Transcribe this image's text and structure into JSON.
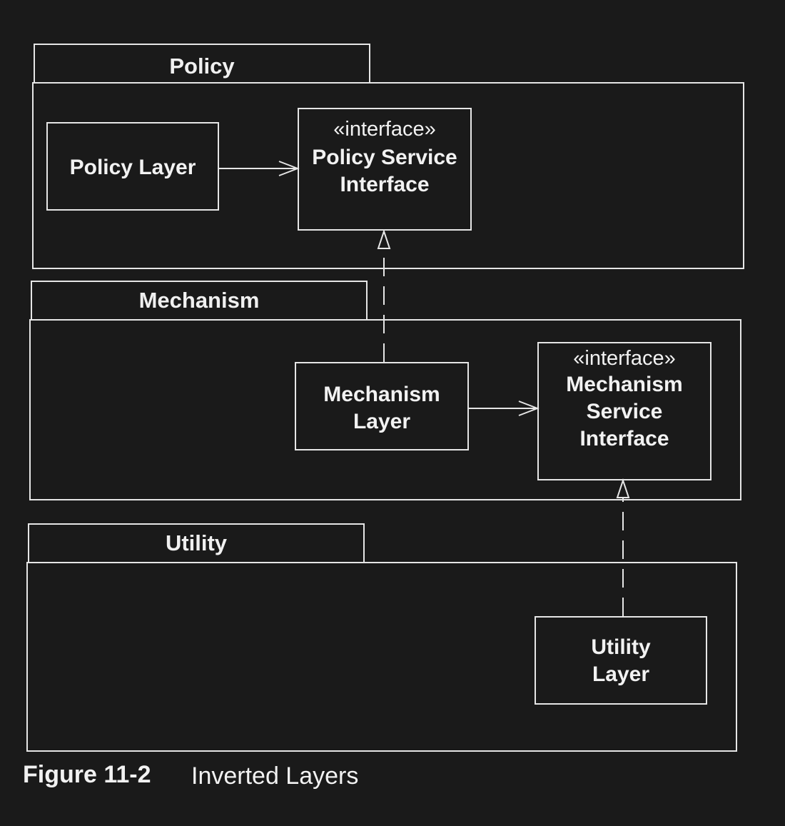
{
  "packages": {
    "policy": {
      "label": "Policy"
    },
    "mechanism": {
      "label": "Mechanism"
    },
    "utility": {
      "label": "Utility"
    }
  },
  "classes": {
    "policy_layer": {
      "lines": [
        "Policy Layer"
      ]
    },
    "policy_service_interface": {
      "stereotype": "«interface»",
      "lines": [
        "Policy Service",
        "Interface"
      ]
    },
    "mechanism_layer": {
      "lines": [
        "Mechanism",
        "Layer"
      ]
    },
    "mechanism_service_interface": {
      "stereotype": "«interface»",
      "lines": [
        "Mechanism",
        "Service",
        "Interface"
      ]
    },
    "utility_layer": {
      "lines": [
        "Utility",
        "Layer"
      ]
    }
  },
  "relationships": [
    {
      "from": "Policy Layer",
      "to": "Policy Service Interface",
      "kind": "association"
    },
    {
      "from": "Mechanism Layer",
      "to": "Policy Service Interface",
      "kind": "realization"
    },
    {
      "from": "Mechanism Layer",
      "to": "Mechanism Service Interface",
      "kind": "association"
    },
    {
      "from": "Utility Layer",
      "to": "Mechanism Service Interface",
      "kind": "realization"
    }
  ],
  "caption": {
    "number": "Figure 11-2",
    "title": "Inverted Layers"
  },
  "colors": {
    "background": "#1a1a1a",
    "line": "#e6e6e6",
    "text": "#f2f2f2"
  }
}
